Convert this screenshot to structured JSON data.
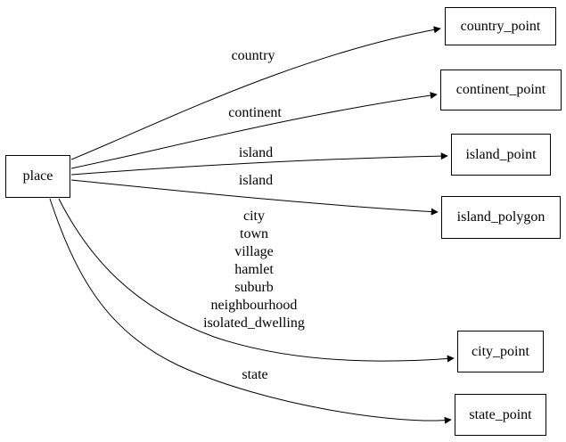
{
  "diagram": {
    "type": "directed-graph",
    "background_color": "#ffffff",
    "node_border_color": "#000000",
    "edge_color": "#000000",
    "text_color": "#000000",
    "nodes": [
      {
        "id": "place",
        "label": "place"
      },
      {
        "id": "country_point",
        "label": "country_point"
      },
      {
        "id": "continent_point",
        "label": "continent_point"
      },
      {
        "id": "island_point",
        "label": "island_point"
      },
      {
        "id": "island_polygon",
        "label": "island_polygon"
      },
      {
        "id": "city_point",
        "label": "city_point"
      },
      {
        "id": "state_point",
        "label": "state_point"
      }
    ],
    "edges": [
      {
        "from": "place",
        "to": "country_point",
        "label": "country"
      },
      {
        "from": "place",
        "to": "continent_point",
        "label": "continent"
      },
      {
        "from": "place",
        "to": "island_point",
        "label": "island"
      },
      {
        "from": "place",
        "to": "island_polygon",
        "label": "island"
      },
      {
        "from": "place",
        "to": "city_point",
        "label": "city\ntown\nvillage\nhamlet\nsuburb\nneighbourhood\nisolated_dwelling"
      },
      {
        "from": "place",
        "to": "state_point",
        "label": "state"
      }
    ]
  }
}
